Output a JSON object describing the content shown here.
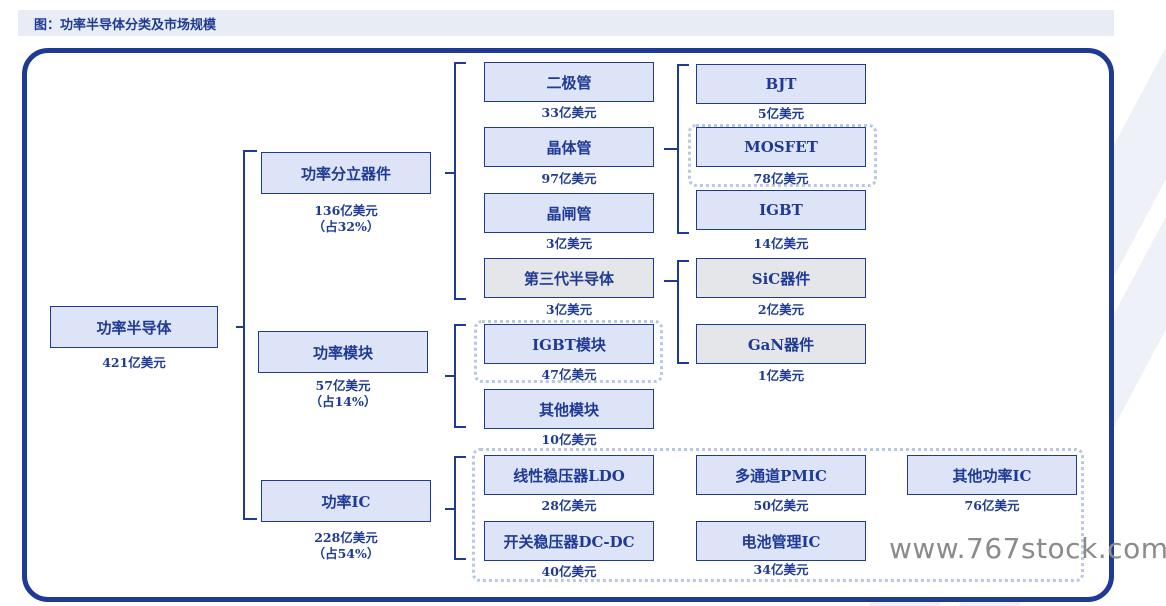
{
  "title": "图：功率半导体分类及市场规模",
  "root": {
    "label": "功率半导体",
    "value": "421亿美元"
  },
  "level1": [
    {
      "label": "功率分立器件",
      "value": "136亿美元",
      "share": "（占32%）"
    },
    {
      "label": "功率模块",
      "value": "57亿美元",
      "share": "（占14%）"
    },
    {
      "label": "功率IC",
      "value": "228亿美元",
      "share": "（占54%）"
    }
  ],
  "discrete": [
    {
      "label": "二极管",
      "value": "33亿美元"
    },
    {
      "label": "晶体管",
      "value": "97亿美元"
    },
    {
      "label": "晶闸管",
      "value": "3亿美元"
    },
    {
      "label": "第三代半导体",
      "value": "3亿美元"
    }
  ],
  "transistor": [
    {
      "label": "BJT",
      "value": "5亿美元"
    },
    {
      "label": "MOSFET",
      "value": "78亿美元"
    },
    {
      "label": "IGBT",
      "value": "14亿美元"
    }
  ],
  "third_gen": [
    {
      "label": "SiC器件",
      "value": "2亿美元"
    },
    {
      "label": "GaN器件",
      "value": "1亿美元"
    }
  ],
  "modules": [
    {
      "label": "IGBT模块",
      "value": "47亿美元"
    },
    {
      "label": "其他模块",
      "value": "10亿美元"
    }
  ],
  "ic": [
    {
      "label": "线性稳压器LDO",
      "value": "28亿美元"
    },
    {
      "label": "多通道PMIC",
      "value": "50亿美元"
    },
    {
      "label": "其他功率IC",
      "value": "76亿美元"
    },
    {
      "label": "开关稳压器DC-DC",
      "value": "40亿美元"
    },
    {
      "label": "电池管理IC",
      "value": "34亿美元"
    }
  ],
  "watermark": "www.767stock.com",
  "colors": {
    "primary": "#1f3a93",
    "box_fill": "#dde4f7",
    "gray_fill": "#e5e6ea",
    "highlight": "#b8c7e4"
  }
}
